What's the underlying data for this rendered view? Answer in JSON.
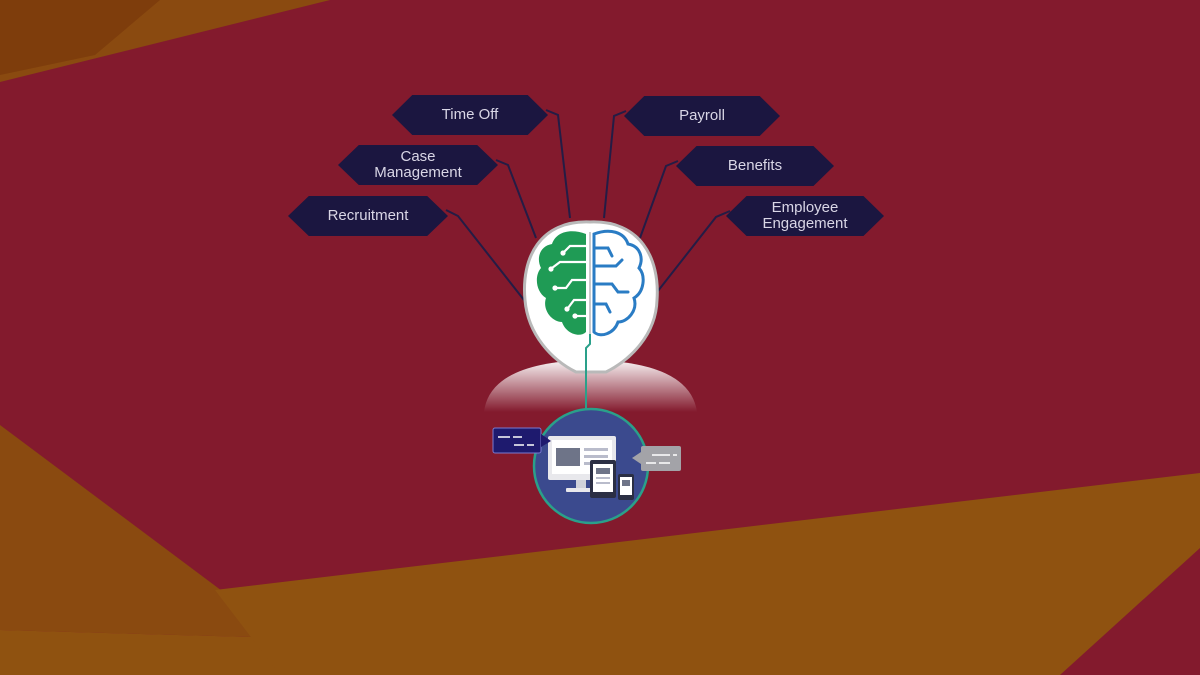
{
  "colors": {
    "background": "#831a2d",
    "accent_orange": "#8f5210",
    "tag_fill": "#1b1640",
    "tag_text": "#d9d6e6",
    "brain_left": "#1f9b55",
    "brain_right": "#2a7cc4",
    "device_circle": "#3b4a8e"
  },
  "tags": {
    "time_off": "Time Off",
    "case_line1": "Case",
    "case_line2": "Management",
    "recruitment": "Recruitment",
    "payroll": "Payroll",
    "benefits": "Benefits",
    "engagement_line1": "Employee",
    "engagement_line2": "Engagement"
  },
  "icons": {
    "brain": "brain-circuit-icon",
    "devices": "devices-icon",
    "chat_left": "chat-bubble-icon",
    "chat_right": "chat-bubble-icon"
  }
}
